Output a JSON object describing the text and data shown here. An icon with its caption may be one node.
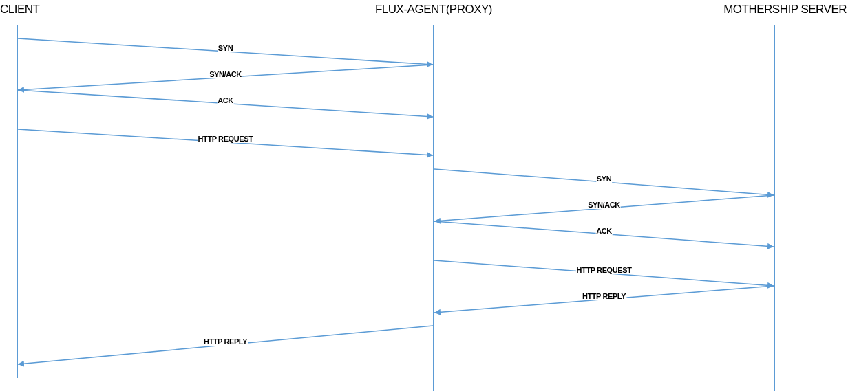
{
  "diagram": {
    "nodes": [
      {
        "text": [
          "CLIENT"
        ]
      },
      {
        "text": [
          "FLUX-AGENT(PROXY)"
        ]
      },
      {
        "text": [
          "MOTHERSHIP SERVER"
        ]
      }
    ],
    "edges": [
      {
        "from": 0,
        "to": 1,
        "arrow": "to",
        "label": "SYN"
      },
      {
        "from": 1,
        "to": 0,
        "arrow": "to",
        "label": "SYN/ACK"
      },
      {
        "from": 0,
        "to": 1,
        "arrow": "to",
        "label": "ACK"
      },
      {
        "from": 0,
        "to": 1,
        "arrow": "to",
        "label": "HTTP REQUEST"
      },
      {
        "from": 1,
        "to": 2,
        "arrow": "to",
        "label": "SYN"
      },
      {
        "from": 2,
        "to": 1,
        "arrow": "to",
        "label": "SYN/ACK"
      },
      {
        "from": 1,
        "to": 2,
        "arrow": "to",
        "label": "ACK"
      },
      {
        "from": 1,
        "to": 2,
        "arrow": "to",
        "label": "HTTP REQUEST"
      },
      {
        "from": 2,
        "to": 1,
        "arrow": "to",
        "label": "HTTP REPLY"
      },
      {
        "from": 1,
        "to": 0,
        "arrow": "to",
        "label": "HTTP REPLY"
      }
    ]
  }
}
